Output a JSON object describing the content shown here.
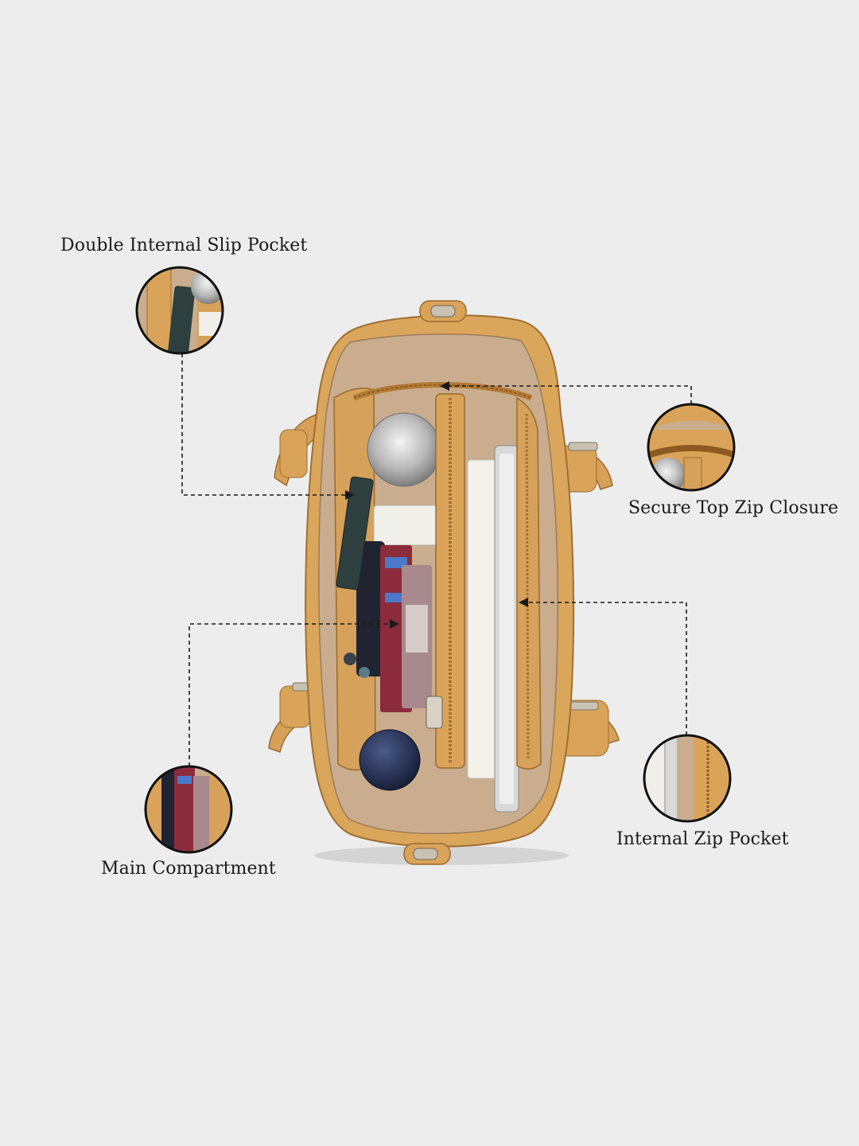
{
  "callouts": {
    "slip_pocket": {
      "label": "Double Internal Slip Pocket"
    },
    "zip_closure": {
      "label": "Secure Top Zip Closure"
    },
    "zip_pocket": {
      "label": "Internal Zip Pocket"
    },
    "main_compartment": {
      "label": "Main Compartment"
    }
  },
  "colors": {
    "background": "#ededed",
    "leather": "#d9a45a",
    "leather_dark": "#b37a35",
    "lining": "#c9ad8e",
    "metal": "#c9c2b3",
    "line": "#1a1a1a"
  },
  "product": {
    "type": "tote-handbag",
    "view": "top-down-open"
  }
}
